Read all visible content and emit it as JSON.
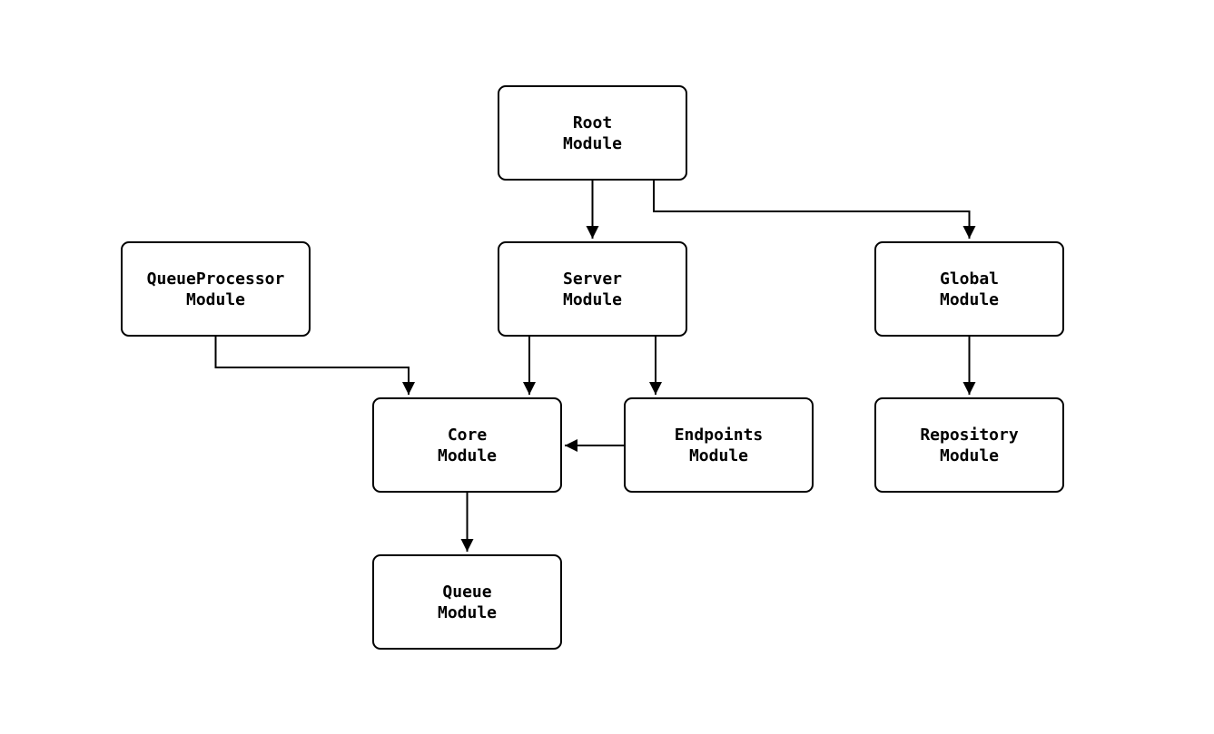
{
  "diagram": {
    "type": "module-dependency-flowchart",
    "background_color": "#ffffff",
    "node_border_color": "#000000",
    "edge_color": "#000000",
    "text_color": "#000000",
    "nodes": {
      "root": {
        "label": "Root\nModule"
      },
      "server": {
        "label": "Server\nModule"
      },
      "global": {
        "label": "Global\nModule"
      },
      "queueprocessor": {
        "label": "QueueProcessor\nModule"
      },
      "core": {
        "label": "Core\nModule"
      },
      "endpoints": {
        "label": "Endpoints\nModule"
      },
      "repository": {
        "label": "Repository\nModule"
      },
      "queue": {
        "label": "Queue\nModule"
      }
    },
    "edges": [
      {
        "from": "Root Module",
        "to": "Server Module"
      },
      {
        "from": "Root Module",
        "to": "Global Module"
      },
      {
        "from": "QueueProcessor Module",
        "to": "Core Module"
      },
      {
        "from": "Server Module",
        "to": "Core Module"
      },
      {
        "from": "Server Module",
        "to": "Endpoints Module"
      },
      {
        "from": "Endpoints Module",
        "to": "Core Module"
      },
      {
        "from": "Global Module",
        "to": "Repository Module"
      },
      {
        "from": "Core Module",
        "to": "Queue Module"
      }
    ]
  }
}
